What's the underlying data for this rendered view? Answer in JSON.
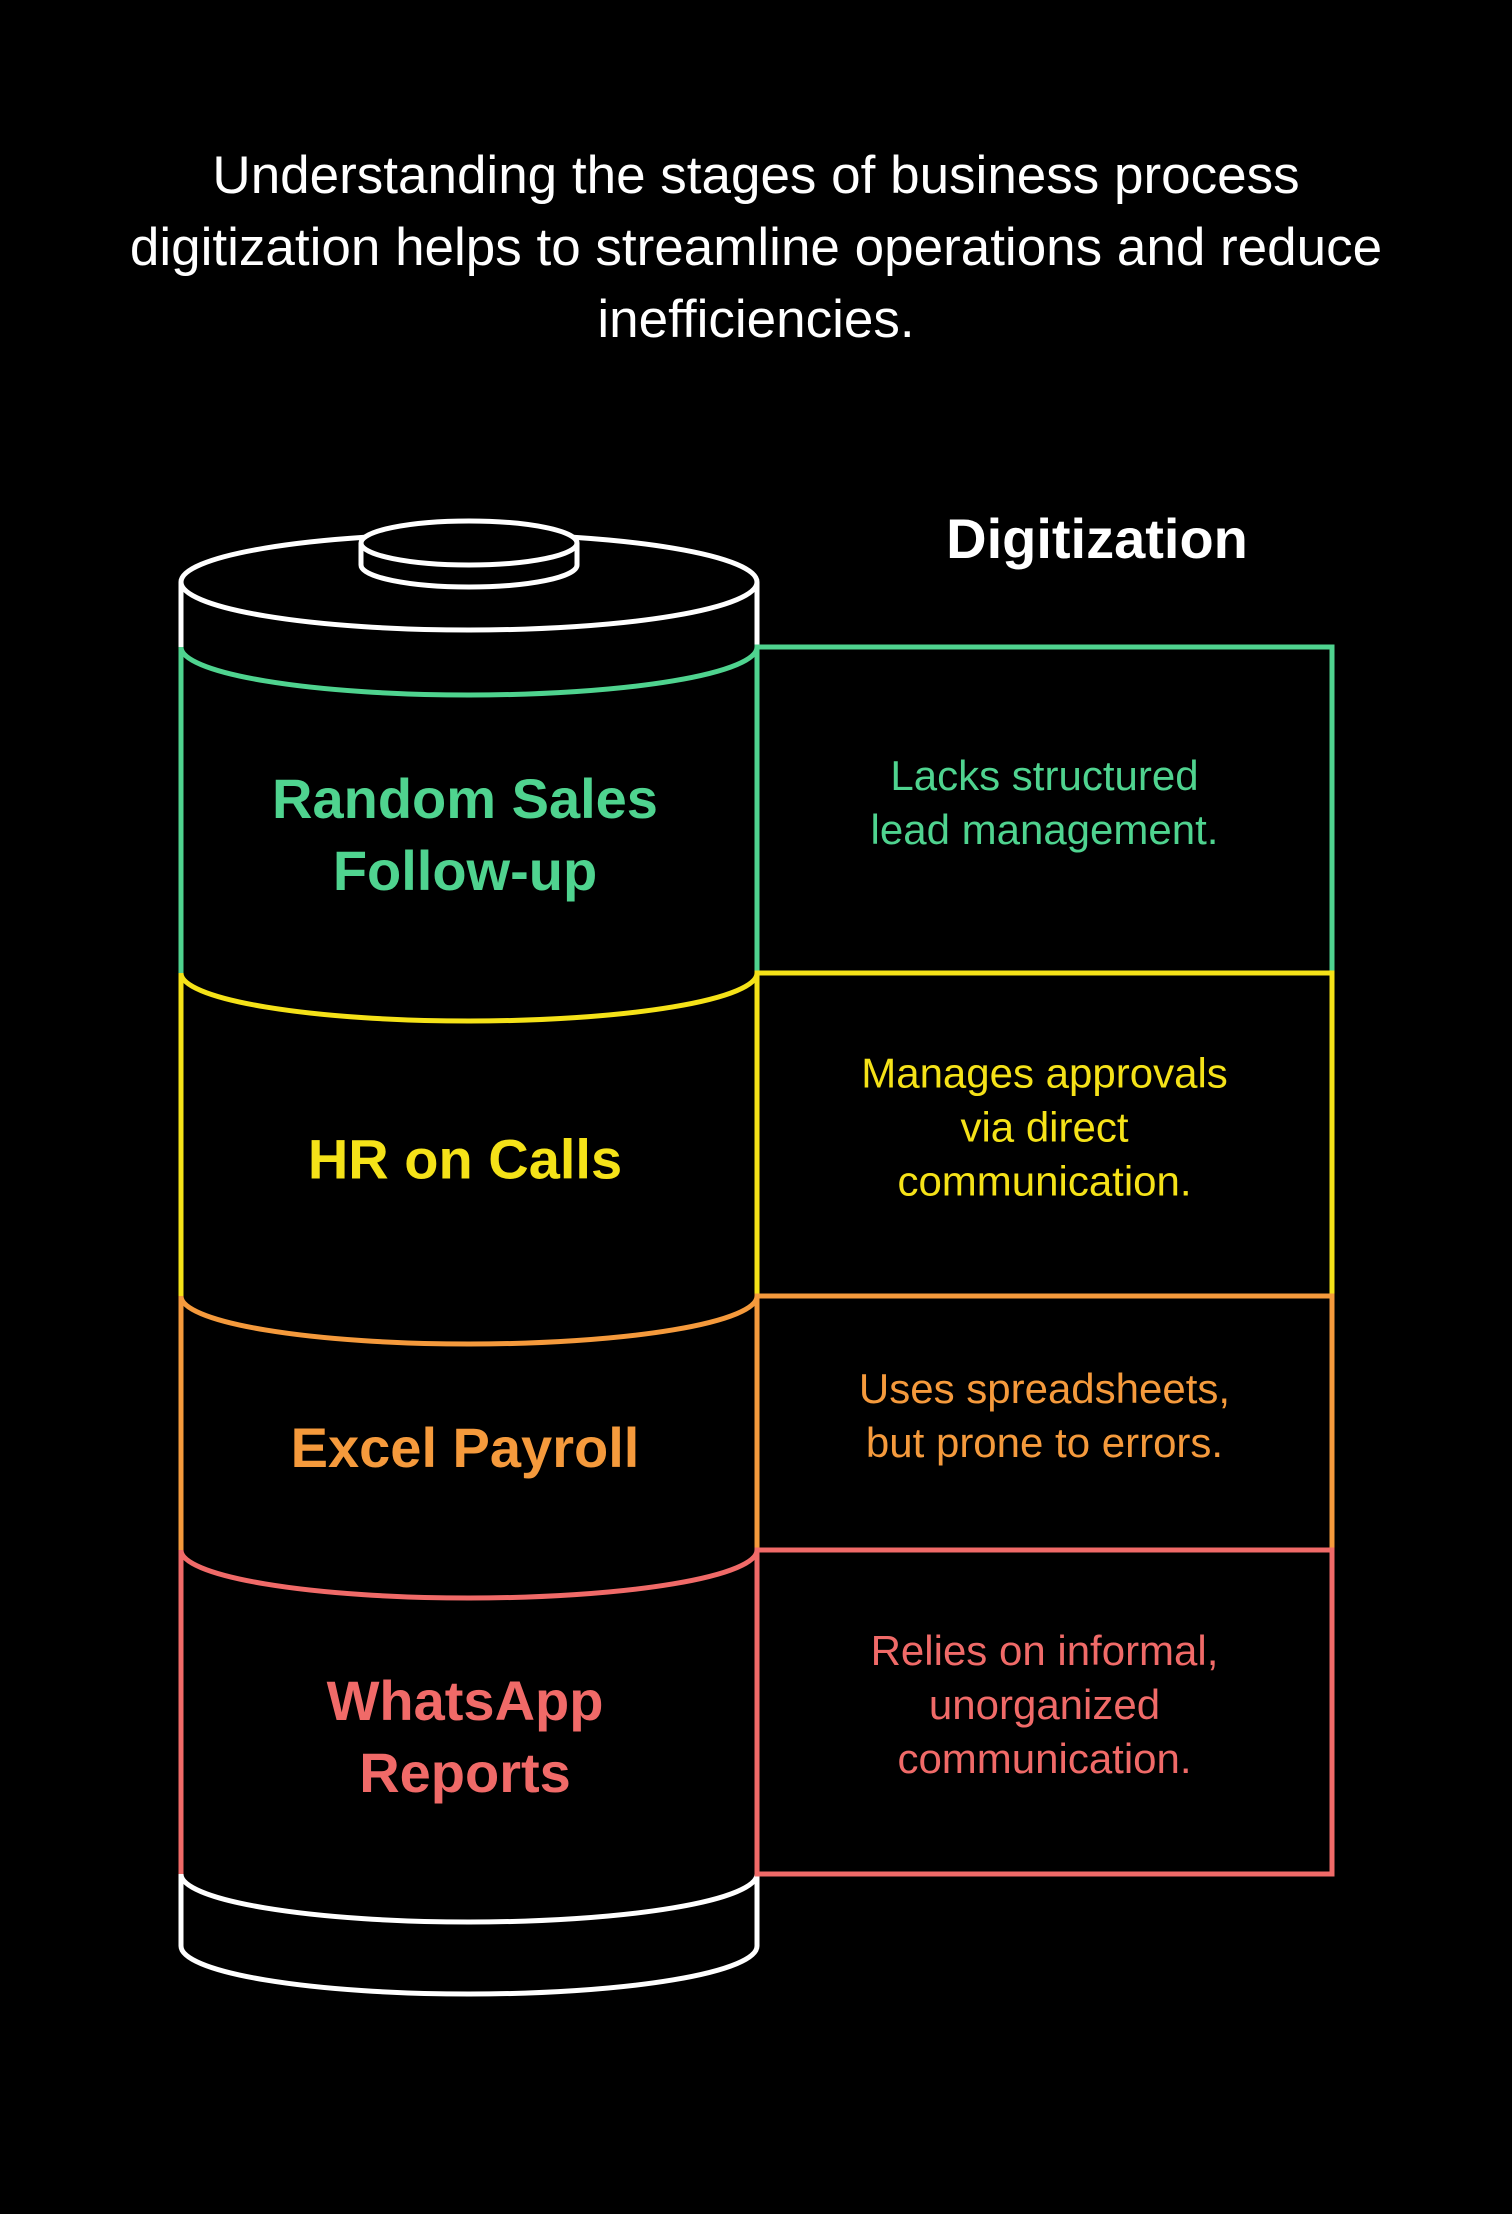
{
  "intro_text": "Understanding the stages of business process digitization helps to streamline operations and reduce inefficiencies.",
  "column_heading": "Digitization",
  "stages": [
    {
      "label_lines": [
        "Random Sales",
        "Follow-up"
      ],
      "description_lines": [
        "Lacks structured",
        "lead management."
      ],
      "color": "#4fd38f"
    },
    {
      "label_lines": [
        "HR on Calls"
      ],
      "description_lines": [
        "Manages approvals",
        "via direct",
        "communication."
      ],
      "color": "#f5e218"
    },
    {
      "label_lines": [
        "Excel Payroll"
      ],
      "description_lines": [
        "Uses spreadsheets,",
        "but prone to errors."
      ],
      "color": "#f59a3c"
    },
    {
      "label_lines": [
        "WhatsApp",
        "Reports"
      ],
      "description_lines": [
        "Relies on informal,",
        "unorganized",
        "communication."
      ],
      "color": "#f06a68"
    }
  ],
  "colors": {
    "background": "#000000",
    "cylinder_outline": "#ffffff",
    "text": "#ffffff"
  }
}
